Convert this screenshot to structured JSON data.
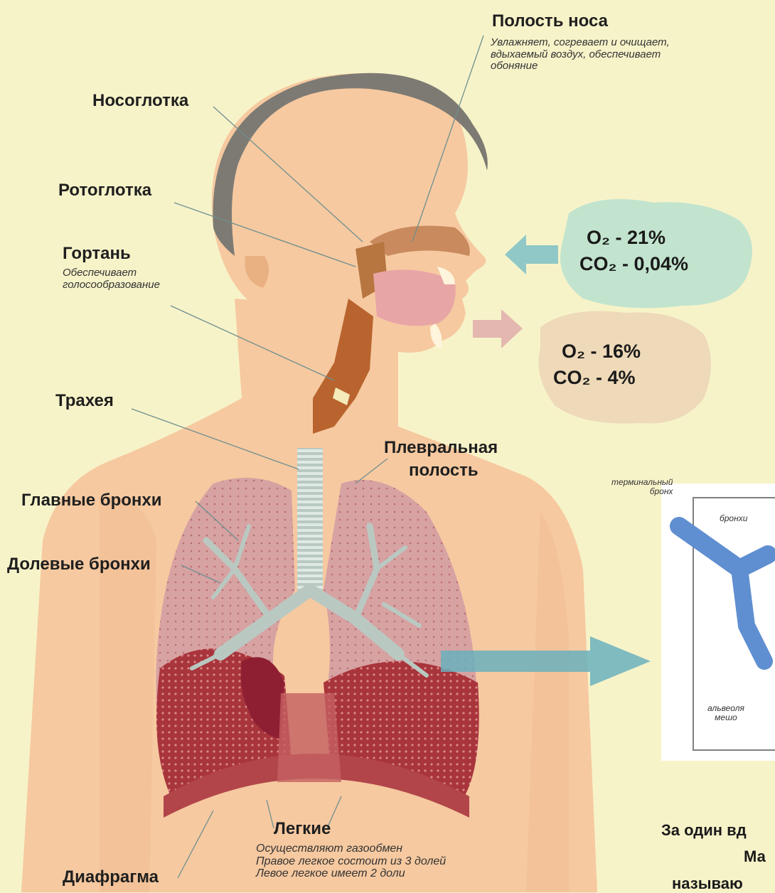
{
  "labels": {
    "nasal_cavity": "Полость носа",
    "nasal_cavity_note": "Увлажняет, согревает и очищает,\nвдыхаемый воздух, обеспечивает\nобоняние",
    "nasopharynx": "Носоглотка",
    "oropharynx": "Ротоглотка",
    "larynx": "Гортань",
    "larynx_note": "Обеспечивает\nголосообразование",
    "trachea": "Трахея",
    "pleural_cavity_1": "Плевральная",
    "pleural_cavity_2": "полость",
    "main_bronchi": "Главные бронхи",
    "lobar_bronchi": "Долевые бронхи",
    "lungs": "Легкие",
    "lungs_note": "Осуществляют газообмен\nПравое легкое состоит из 3 долей\nЛевое легкое имеет 2 доли",
    "diaphragm": "Диафрагма"
  },
  "inhaled_air": {
    "o2": "O₂  - 21%",
    "co2": "CO₂ - 0,04%"
  },
  "exhaled_air": {
    "o2": "O₂  - 16%",
    "co2": "CO₂ -  4%"
  },
  "inset": {
    "terminal_bronchus": "терминальный\nбронх",
    "bronchiole": "бронхи",
    "alveolar_sac": "альвеоля\nмешо"
  },
  "bottom_text": {
    "line1": "За один вд",
    "line2": "Ма",
    "line3": "называю"
  },
  "colors": {
    "background": "#f7f3c9",
    "skin": "#f6c9a0",
    "hair": "#7d7a73",
    "trachea": "#c9d5cf",
    "lung": "#a8333b",
    "arrow_blue": "#6ab0bd",
    "arrow_pink": "#e4b7b0"
  }
}
